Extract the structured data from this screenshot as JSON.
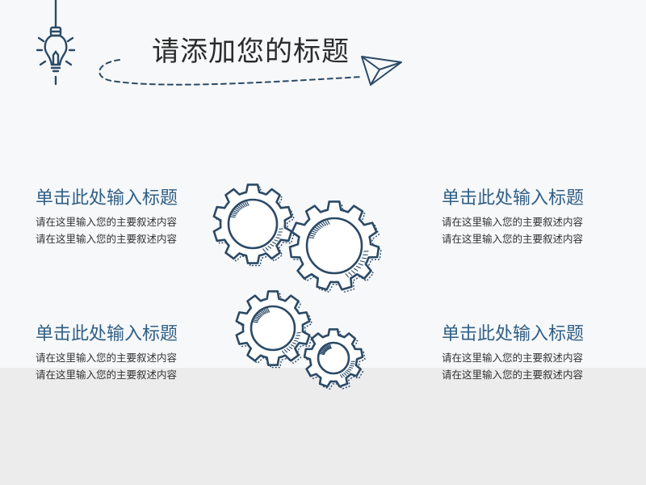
{
  "slide": {
    "title": "请添加您的标题"
  },
  "blocks": [
    {
      "heading": "单击此处输入标题",
      "lines": [
        "请在这里输入您的主要叙述内容",
        "请在这里输入您的主要叙述内容"
      ]
    },
    {
      "heading": "单击此处输入标题",
      "lines": [
        "请在这里输入您的主要叙述内容",
        "请在这里输入您的主要叙述内容"
      ]
    },
    {
      "heading": "单击此处输入标题",
      "lines": [
        "请在这里输入您的主要叙述内容",
        "请在这里输入您的主要叙述内容"
      ]
    },
    {
      "heading": "单击此处输入标题",
      "lines": [
        "请在这里输入您的主要叙述内容",
        "请在这里输入您的主要叙述内容"
      ]
    }
  ],
  "icons": {
    "bulb": "light-bulb-icon",
    "plane": "paper-plane-icon",
    "gears": "gears-icon"
  },
  "colors": {
    "accent": "#2f5f86",
    "ink": "#2b4a66",
    "background": "#f7f8fa",
    "floor": "#ececed"
  }
}
